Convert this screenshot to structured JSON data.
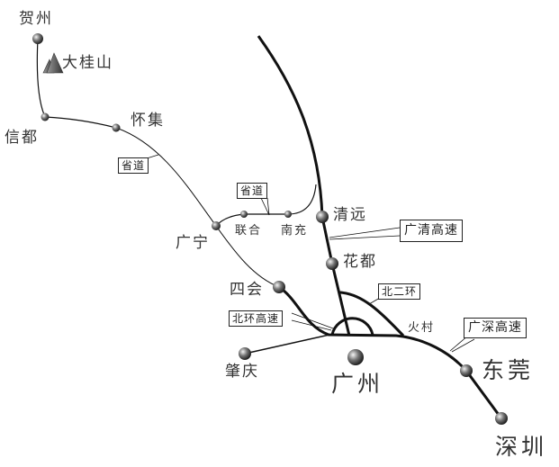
{
  "cities": {
    "hezhou": "贺州",
    "xindu": "信都",
    "huaiji": "怀集",
    "guangning": "广宁",
    "lianhe": "联合",
    "nanchong": "南充",
    "qingyuan": "清远",
    "huadu": "花都",
    "sihui": "四会",
    "zhaoqing": "肇庆",
    "guangzhou": "广州",
    "dongguan": "东莞",
    "shenzhen": "深圳",
    "huocun": "火村"
  },
  "mountain": "大桂山",
  "roads": {
    "provincial_1": "省道",
    "provincial_2": "省道",
    "guangqing": "广清高速",
    "beierhuan": "北二环",
    "beihuan": "北环高速",
    "guangshen": "广深高速"
  },
  "colors": {
    "road": "#111111",
    "city_dot": "#555555"
  }
}
